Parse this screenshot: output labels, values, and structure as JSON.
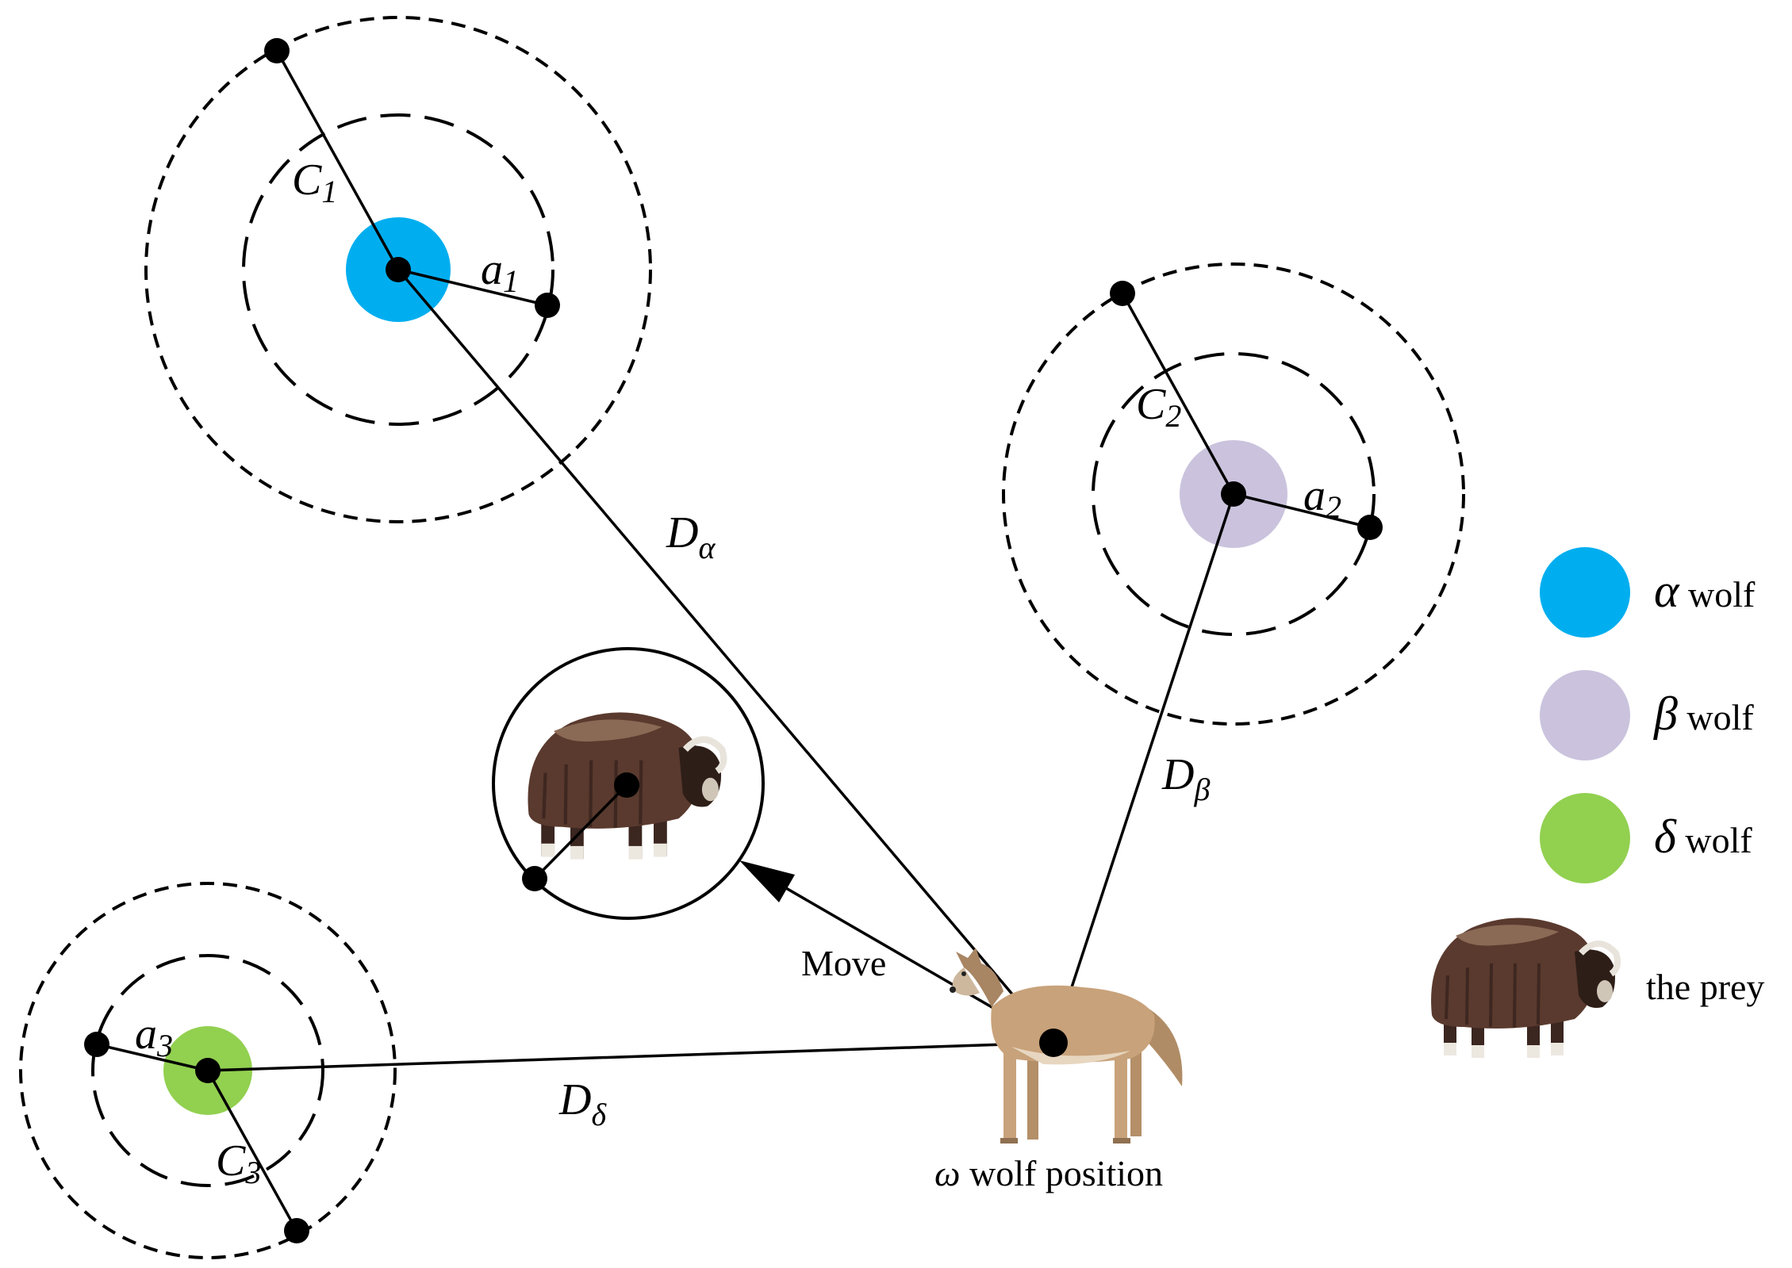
{
  "colors": {
    "alpha": "#00AEEF",
    "beta": "#CBC3DD",
    "delta": "#92D050",
    "ink": "#000000",
    "prey_fur": "#5A3A2E",
    "wolf_fur": "#C8A27A"
  },
  "labels": {
    "C1": "C",
    "C1_sub": "1",
    "C2": "C",
    "C2_sub": "2",
    "C3": "C",
    "C3_sub": "3",
    "a1": "a",
    "a1_sub": "1",
    "a2": "a",
    "a2_sub": "2",
    "a3": "a",
    "a3_sub": "3",
    "D_alpha": "D",
    "D_alpha_sub": "α",
    "D_beta": "D",
    "D_beta_sub": "β",
    "D_delta": "D",
    "D_delta_sub": "δ",
    "move": "Move",
    "omega_symbol": "ω",
    "omega_text": " wolf position"
  },
  "legend": {
    "alpha_symbol": "α",
    "alpha_text": " wolf",
    "beta_symbol": "β",
    "beta_text": " wolf",
    "delta_symbol": "δ",
    "delta_text": " wolf",
    "prey_text": "the prey"
  },
  "icons": {
    "prey": "musk-ox-icon",
    "wolf": "wolf-icon"
  }
}
